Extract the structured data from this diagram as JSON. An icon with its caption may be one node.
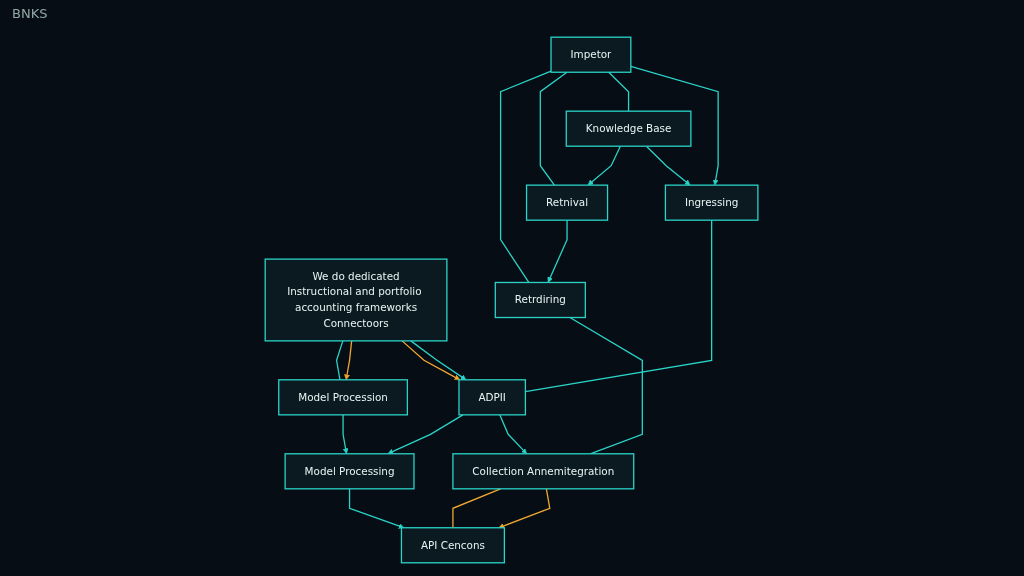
{
  "diagram": {
    "nodes": [
      {
        "text": [
          "Impetor"
        ]
      },
      {
        "text": [
          "Ingressing"
        ]
      },
      {
        "text": [
          "Knowledge Base"
        ]
      },
      {
        "text": [
          "Retnival"
        ]
      },
      {
        "text": [
          "Retrdiring"
        ]
      },
      {
        "text": [
          "We do dedicated",
          "Instructional and portfolio accounting frameworks",
          "Connectoors"
        ]
      },
      {
        "text": [
          "ADPII"
        ]
      },
      {
        "text": [
          "Collection Annemitegration"
        ]
      },
      {
        "text": [
          "Model Procession"
        ]
      },
      {
        "text": [
          "Model Processing"
        ]
      },
      {
        "text": [
          "API Cencons"
        ]
      }
    ],
    "edges": [
      {
        "from": 2,
        "to": 1,
        "arrow": "to"
      },
      {
        "from": 2,
        "to": 3,
        "arrow": "to"
      },
      {
        "from": 3,
        "to": 4,
        "arrow": "to"
      },
      {
        "from": 0,
        "to": 1,
        "arrow": "to"
      },
      {
        "from": 0,
        "to": 2,
        "arrow": "none"
      },
      {
        "from": 0,
        "to": 3,
        "arrow": "none"
      },
      {
        "from": 0,
        "to": 4,
        "arrow": "none"
      },
      {
        "from": 5,
        "to": 6,
        "arrow": "to"
      },
      {
        "from": 5,
        "to": 6,
        "arrow": "to",
        "color": "#f0a830"
      },
      {
        "from": 6,
        "to": 7,
        "arrow": "to"
      },
      {
        "from": 4,
        "to": 7,
        "arrow": "none"
      },
      {
        "from": 6,
        "to": 9,
        "arrow": "to"
      },
      {
        "from": 8,
        "to": 9,
        "arrow": "to"
      },
      {
        "from": 9,
        "to": 10,
        "arrow": "to"
      },
      {
        "from": 5,
        "to": 8,
        "arrow": "to",
        "color": "#f0a830"
      },
      {
        "from": 7,
        "to": 10,
        "arrow": "to",
        "color": "#f0a830"
      },
      {
        "from": 10,
        "to": 7,
        "arrow": "none",
        "color": "#f0a830"
      },
      {
        "from": 5,
        "to": 8,
        "arrow": "none"
      },
      {
        "from": 1,
        "to": 6,
        "arrow": "none"
      }
    ],
    "labels": [
      "BNKS"
    ]
  }
}
